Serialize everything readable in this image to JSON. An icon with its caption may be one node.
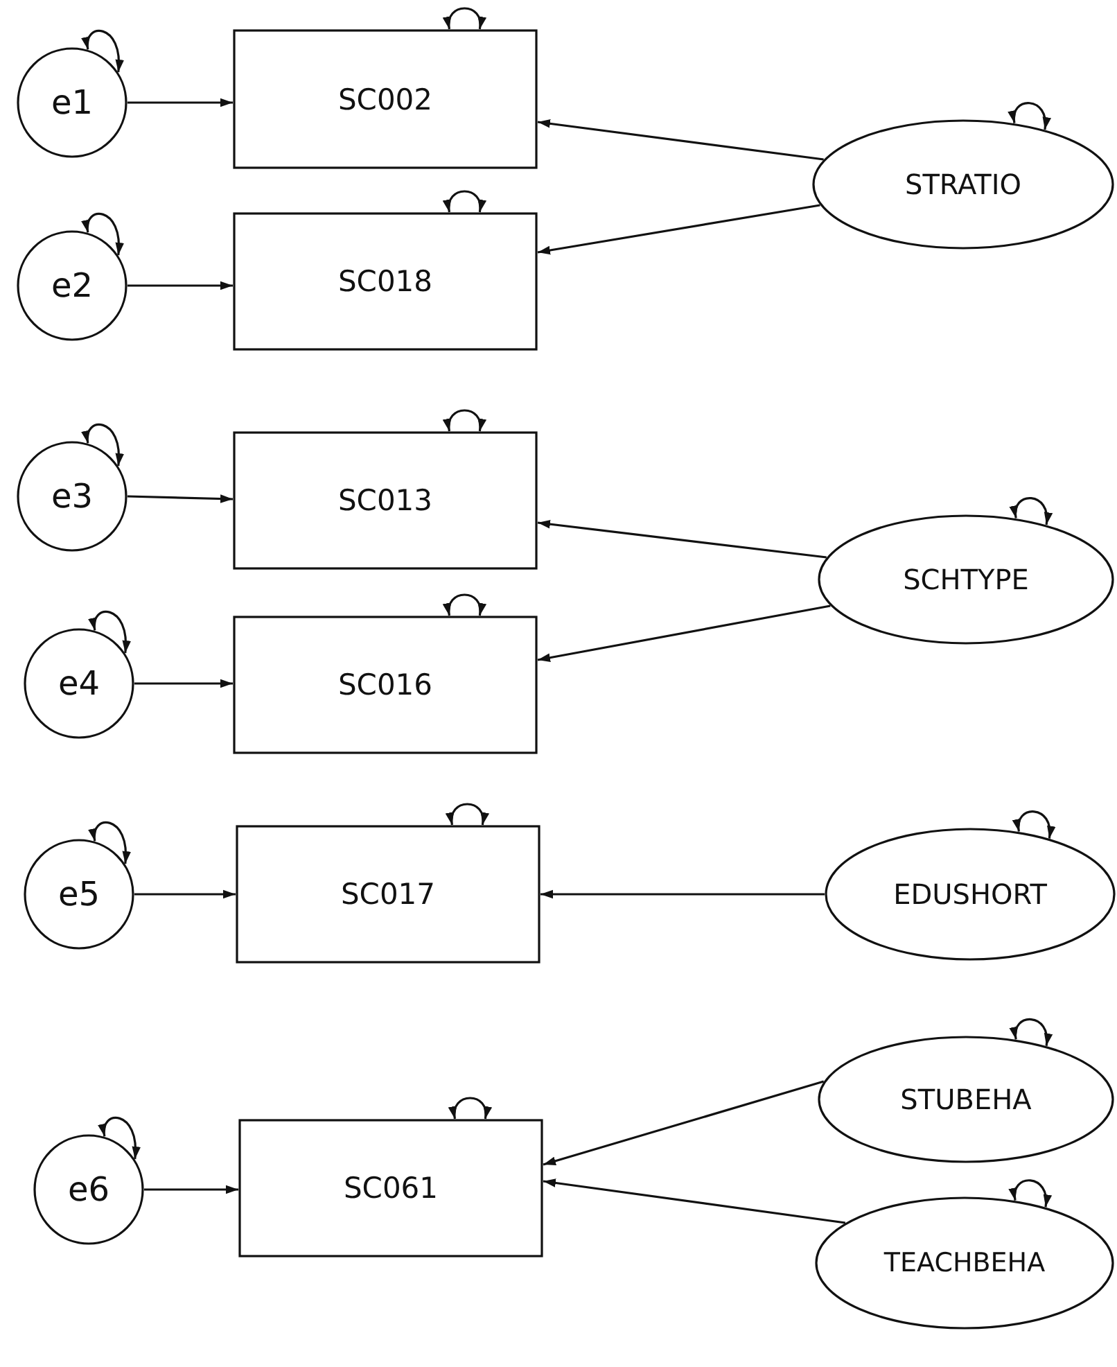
{
  "diagram": {
    "nodes": [
      {
        "text": [
          "e1"
        ]
      },
      {
        "text": [
          "SC002"
        ]
      },
      {
        "text": [
          "STRATIO"
        ]
      },
      {
        "text": [
          "e2"
        ]
      },
      {
        "text": [
          "SC018"
        ]
      },
      {
        "text": [
          "e3"
        ]
      },
      {
        "text": [
          "SC013"
        ]
      },
      {
        "text": [
          "SCHTYPE"
        ]
      },
      {
        "text": [
          "e4"
        ]
      },
      {
        "text": [
          "SC016"
        ]
      },
      {
        "text": [
          "e5"
        ]
      },
      {
        "text": [
          "SC017"
        ]
      },
      {
        "text": [
          "EDUSHORT"
        ]
      },
      {
        "text": [
          "STUBEHA"
        ]
      },
      {
        "text": [
          "e6"
        ]
      },
      {
        "text": [
          "SC061"
        ]
      },
      {
        "text": [
          "TEACHBEHA"
        ]
      }
    ],
    "edges": [
      {
        "from": 0,
        "to": 1,
        "arrow": "to"
      },
      {
        "from": 2,
        "to": 1,
        "arrow": "to"
      },
      {
        "from": 2,
        "to": 4,
        "arrow": "to"
      },
      {
        "from": 3,
        "to": 4,
        "arrow": "to"
      },
      {
        "from": 5,
        "to": 6,
        "arrow": "to"
      },
      {
        "from": 7,
        "to": 6,
        "arrow": "to"
      },
      {
        "from": 7,
        "to": 9,
        "arrow": "to"
      },
      {
        "from": 8,
        "to": 9,
        "arrow": "to"
      },
      {
        "from": 10,
        "to": 11,
        "arrow": "to"
      },
      {
        "from": 12,
        "to": 11,
        "arrow": "to"
      },
      {
        "from": 13,
        "to": 15,
        "arrow": "to"
      },
      {
        "from": 14,
        "to": 15,
        "arrow": "to"
      },
      {
        "from": 16,
        "to": 15,
        "arrow": "to"
      },
      {
        "from": 0,
        "to": 0,
        "arrow": "both"
      },
      {
        "from": 1,
        "to": 1,
        "arrow": "both"
      },
      {
        "from": 2,
        "to": 2,
        "arrow": "both"
      },
      {
        "from": 3,
        "to": 3,
        "arrow": "both"
      },
      {
        "from": 4,
        "to": 4,
        "arrow": "both"
      },
      {
        "from": 5,
        "to": 5,
        "arrow": "both"
      },
      {
        "from": 6,
        "to": 6,
        "arrow": "both"
      },
      {
        "from": 7,
        "to": 7,
        "arrow": "both"
      },
      {
        "from": 8,
        "to": 8,
        "arrow": "both"
      },
      {
        "from": 9,
        "to": 9,
        "arrow": "both"
      },
      {
        "from": 10,
        "to": 10,
        "arrow": "both"
      },
      {
        "from": 11,
        "to": 11,
        "arrow": "both"
      },
      {
        "from": 12,
        "to": 12,
        "arrow": "both"
      },
      {
        "from": 13,
        "to": 13,
        "arrow": "both"
      },
      {
        "from": 14,
        "to": 14,
        "arrow": "both"
      },
      {
        "from": 15,
        "to": 15,
        "arrow": "both"
      },
      {
        "from": 16,
        "to": 16,
        "arrow": "both"
      }
    ]
  }
}
